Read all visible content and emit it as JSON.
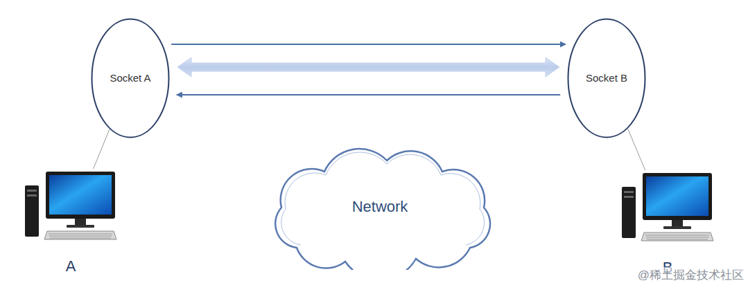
{
  "diagram": {
    "nodes": [
      {
        "text": [
          "Socket A"
        ]
      },
      {
        "text": [
          "Socket B"
        ]
      },
      {
        "text": [
          "Network"
        ]
      },
      {
        "text": [
          "A"
        ]
      },
      {
        "text": [
          "B"
        ]
      }
    ],
    "edges": [
      {
        "from": 0,
        "to": 1,
        "arrow": "to"
      },
      {
        "from": 0,
        "to": 1,
        "arrow": "both"
      },
      {
        "from": 1,
        "to": 0,
        "arrow": "to"
      },
      {
        "from": 0,
        "to": 3,
        "arrow": "none"
      },
      {
        "from": 1,
        "to": 4,
        "arrow": "none"
      }
    ],
    "labels": [
      "@稀土掘金技术社区"
    ]
  }
}
